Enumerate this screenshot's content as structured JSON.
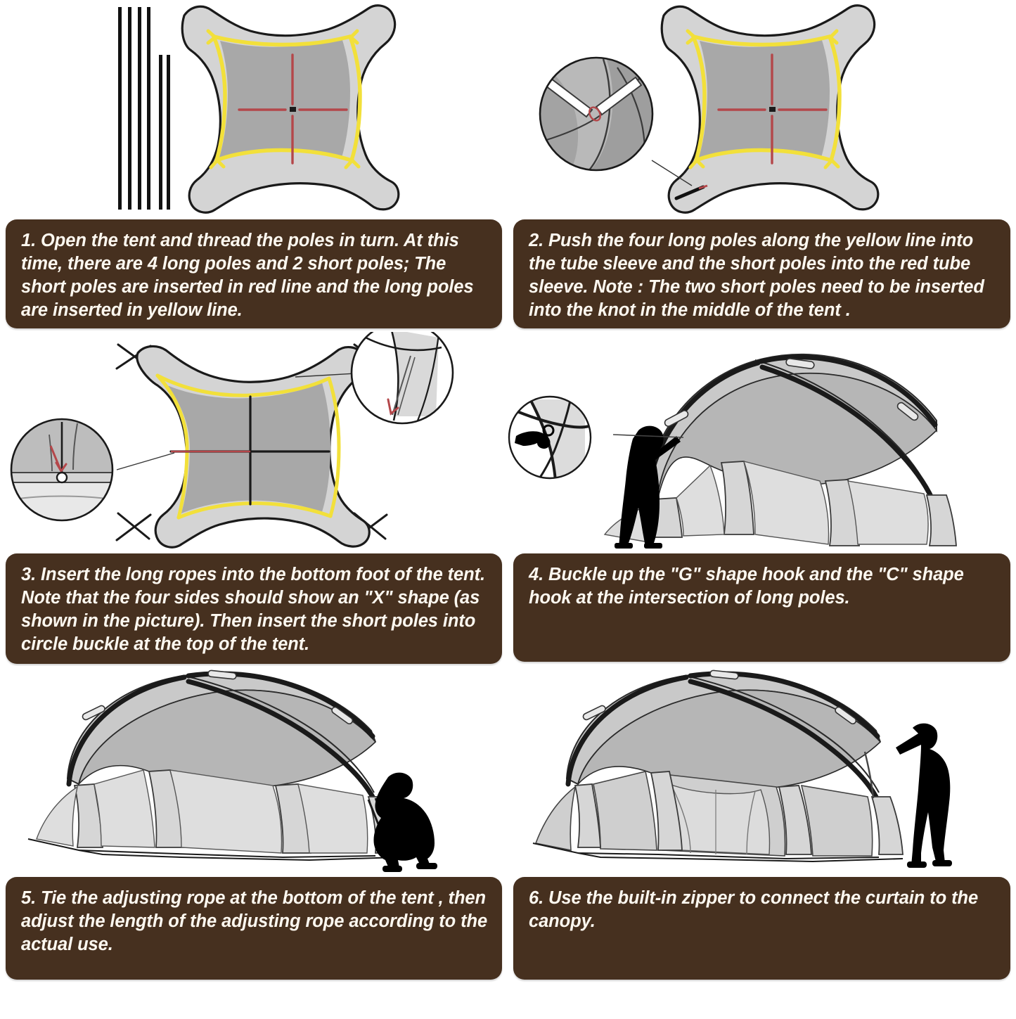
{
  "document": {
    "title": "Dome Canopy Tent Setup Instructions",
    "kind": "instruction-sheet",
    "background_color": "#ffffff",
    "caption_background_color": "#46301f",
    "caption_text_color": "#fdf8f0"
  },
  "palette": {
    "tent_outer_gray": "#d4d4d4",
    "tent_inner_gray": "#a8a8a8",
    "pole_line_yellow": "#f2e03a",
    "sleeve_line_red": "#b4474a",
    "outline_black": "#1a1a1a",
    "silhouette_black": "#000000",
    "canopy_gray": "#b4b4b4",
    "panel_light_gray": "#d9d9d9"
  },
  "steps": [
    {
      "number": "1",
      "text": "1. Open the tent and thread the poles in turn. At this time, there are 4 long poles and 2 short poles; The short poles are inserted in red line and the long poles are inserted in yellow line.",
      "illustration": {
        "name": "flat-tent-with-poles",
        "elements": [
          "4 long poles",
          "2 short poles",
          "flat tent body",
          "yellow perimeter line",
          "red cross line"
        ],
        "long_pole_count": "4",
        "short_pole_count": "2"
      }
    },
    {
      "number": "2",
      "text": "2. Push the four long poles along the yellow line into the tube sleeve and the short poles into the red tube sleeve. Note : The two short poles need to be inserted into the knot in the middle of the tent .",
      "illustration": {
        "name": "flat-tent-pole-insertion-detail",
        "elements": [
          "flat tent body",
          "yellow perimeter line",
          "red cross line",
          "pole being inserted",
          "magnified detail circle"
        ]
      }
    },
    {
      "number": "3",
      "text": "3. Insert the long ropes into the bottom foot of the tent. Note that the four sides should show an \"X\" shape (as shown in the picture). Then insert the short poles into circle buckle at the top of the tent.",
      "illustration": {
        "name": "flat-tent-with-crossed-ropes",
        "elements": [
          "flat tent body",
          "X-shaped corner ropes",
          "circle buckle detail",
          "corner foot detail",
          "two magnified detail circles"
        ]
      }
    },
    {
      "number": "4",
      "text": "4. Buckle up the \"G\" shape hook and the \"C\" shape hook at the intersection of long poles.",
      "illustration": {
        "name": "erected-canopy-with-standing-person",
        "elements": [
          "dome canopy frame",
          "arched legs",
          "standing person silhouette",
          "hand buckling hook detail circle"
        ]
      }
    },
    {
      "number": "5",
      "text": "5. Tie the adjusting rope at the bottom of the tent , then adjust the length of the adjusting rope according to the actual use.",
      "illustration": {
        "name": "erected-canopy-with-crouching-person",
        "elements": [
          "dome canopy",
          "side panels",
          "crouching person silhouette",
          "adjusting rope"
        ]
      }
    },
    {
      "number": "6",
      "text": "6. Use the built-in zipper to connect the curtain to the canopy.",
      "illustration": {
        "name": "canopy-with-curtain-and-standing-person",
        "elements": [
          "dome canopy",
          "zipped curtain wall",
          "standing person silhouette",
          "zipper"
        ]
      }
    }
  ]
}
